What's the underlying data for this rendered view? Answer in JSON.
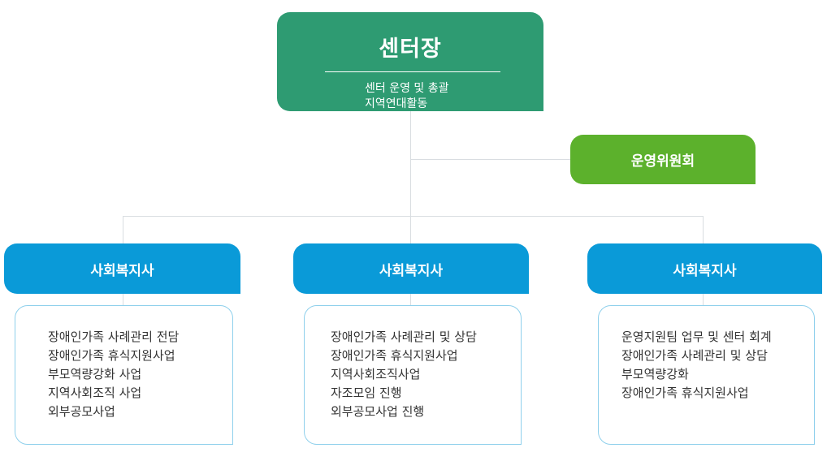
{
  "center_head": {
    "title": "센터장",
    "desc_line1": "센터 운영 및 총괄",
    "desc_line2": "지역연대활동"
  },
  "committee": {
    "label": "운영위원회"
  },
  "social_workers": [
    {
      "label": "사회복지사",
      "duties": [
        "장애인가족 사례관리 전담",
        "장애인가족 휴식지원사업",
        "부모역량강화 사업",
        "지역사회조직 사업",
        "외부공모사업"
      ]
    },
    {
      "label": "사회복지사",
      "duties": [
        "장애인가족 사례관리 및 상담",
        "장애인가족 휴식지원사업",
        "지역사회조직사업",
        "자조모임 진행",
        "외부공모사업 진행"
      ]
    },
    {
      "label": "사회복지사",
      "duties": [
        "운영지원팀 업무 및 센터 회계",
        "장애인가족 사례관리 및 상담",
        "부모역량강화",
        "장애인가족 휴식지원사업"
      ]
    }
  ],
  "colors": {
    "head": "#2e9b72",
    "committee": "#5cb12c",
    "social_worker": "#0a9ad8",
    "connector": "#d9dde1"
  }
}
